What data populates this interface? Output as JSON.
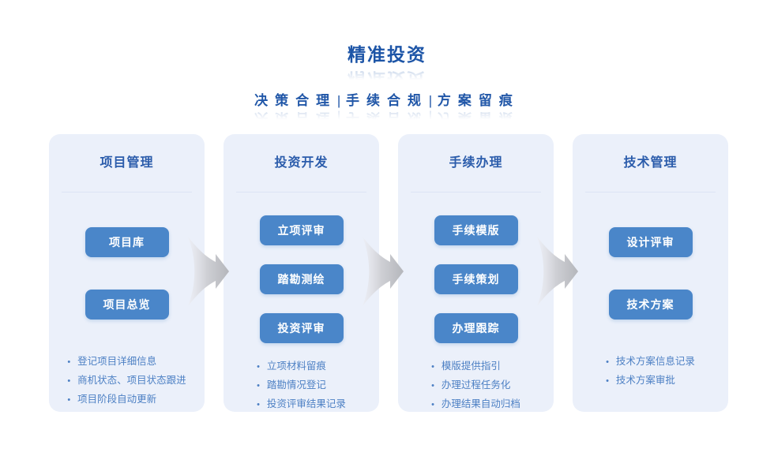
{
  "page": {
    "title": "精准投资",
    "subtitle_parts": [
      "决策合理",
      "手续合规",
      "方案留痕"
    ],
    "subtitle_separator": "|",
    "bullet_char": "•"
  },
  "columns": [
    {
      "header": "项目管理",
      "buttons": [
        "项目库",
        "项目总览"
      ],
      "bullets": [
        "登记项目详细信息",
        "商机状态、项目状态跟进",
        "项目阶段自动更新"
      ]
    },
    {
      "header": "投资开发",
      "buttons": [
        "立项评审",
        "踏勘测绘",
        "投资评审"
      ],
      "bullets": [
        "立项材料留痕",
        "踏勘情况登记",
        "投资评审结果记录"
      ]
    },
    {
      "header": "手续办理",
      "buttons": [
        "手续模版",
        "手续策划",
        "办理跟踪"
      ],
      "bullets": [
        "模版提供指引",
        "办理过程任务化",
        "办理结果自动归档"
      ]
    },
    {
      "header": "技术管理",
      "buttons": [
        "设计评审",
        "技术方案"
      ],
      "bullets": [
        "技术方案信息记录",
        "技术方案审批"
      ]
    }
  ],
  "flow": {
    "arrow_icon": "right-swoosh-arrow",
    "arrow_count": 3
  },
  "colors": {
    "title_blue": "#1d55a7",
    "header_blue": "#2b5cab",
    "button_blue": "#4a86c9",
    "bullet_blue": "#4d80c4",
    "panel_background": "#ebf0fa",
    "arrow_gray": "#b4b6bb"
  }
}
